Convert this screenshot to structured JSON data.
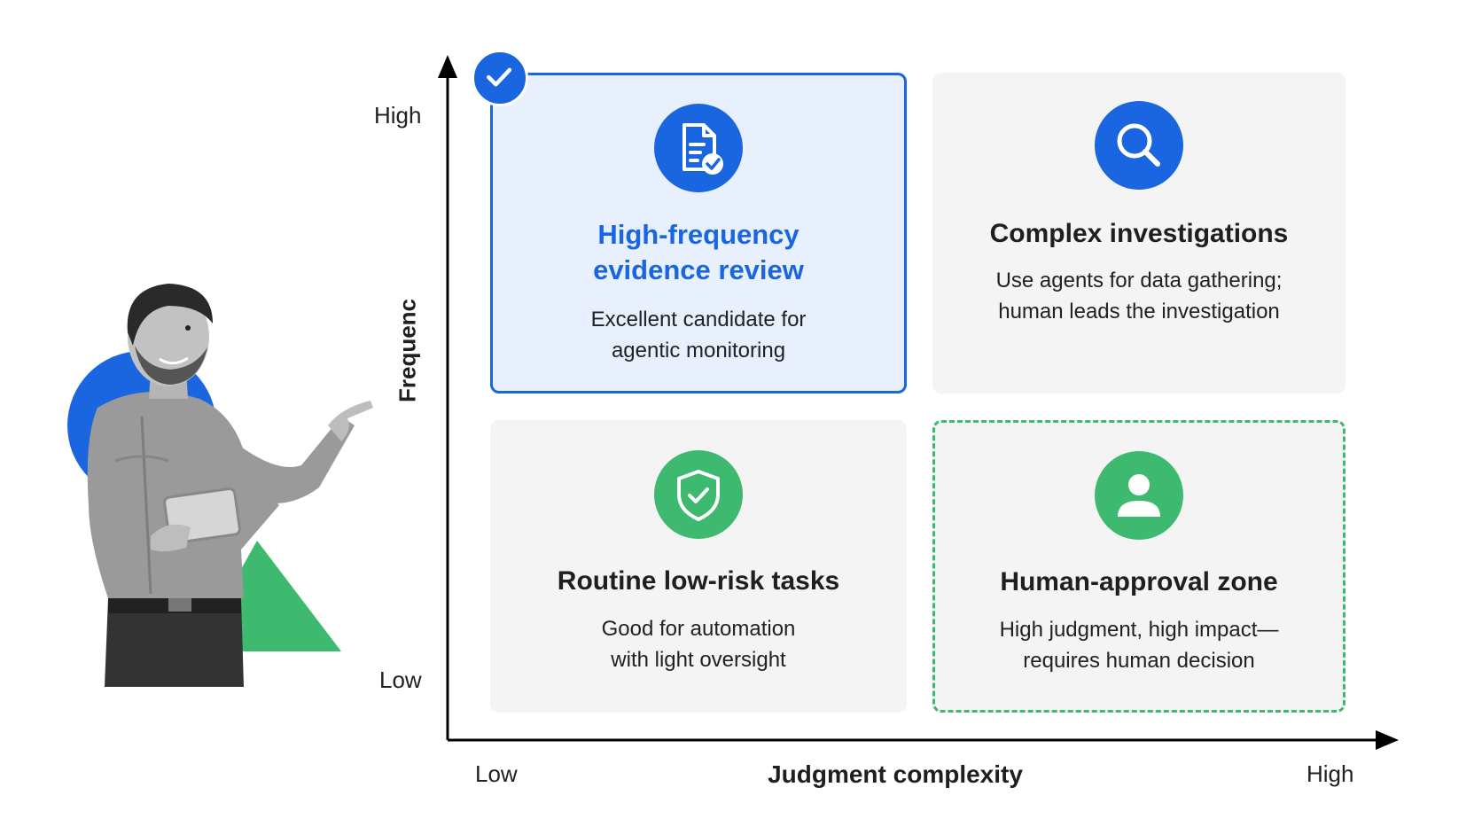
{
  "colors": {
    "accent_blue": "#1a66e0",
    "highlight_fill": "#e8f0fe",
    "accent_green": "#3dba6f",
    "card_gray": "#f4f4f4",
    "axis": "#000000"
  },
  "axes": {
    "y_title": "Frequenc",
    "y_high": "High",
    "y_low": "Low",
    "x_title": "Judgment complexity",
    "x_low": "Low",
    "x_high": "High"
  },
  "quadrants": {
    "top_left": {
      "icon": "document-check-icon",
      "title_line1": "High-frequency",
      "title_line2": "evidence review",
      "desc_line1": "Excellent candidate for",
      "desc_line2": "agentic monitoring",
      "selected": true
    },
    "top_right": {
      "icon": "magnifier-icon",
      "title": "Complex investigations",
      "desc_line1": "Use agents for data gathering;",
      "desc_line2": "human leads the investigation"
    },
    "bottom_left": {
      "icon": "shield-check-icon",
      "title": "Routine low-risk tasks",
      "desc_line1": "Good for automation",
      "desc_line2": "with light oversight"
    },
    "bottom_right": {
      "icon": "person-icon",
      "title": "Human-approval zone",
      "desc_line1": "High judgment, high impact—",
      "desc_line2": "requires human decision"
    }
  },
  "illustration": {
    "subject": "person-pointing-icon"
  }
}
